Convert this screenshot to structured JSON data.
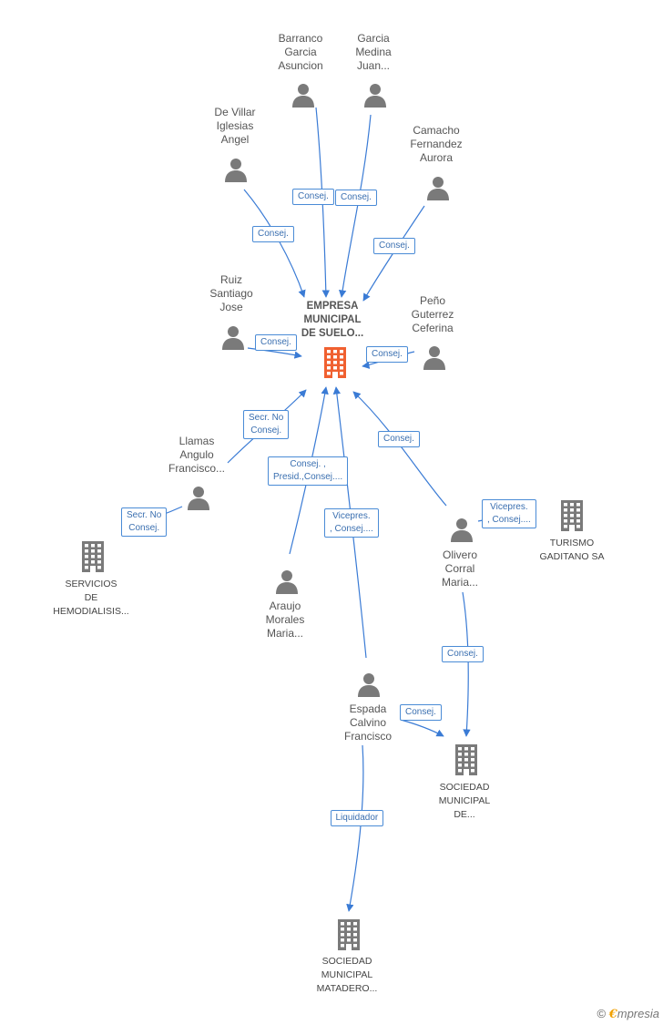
{
  "colors": {
    "edge": "#3a7bd5",
    "person": "#7a7a7a",
    "company": "#7a7a7a",
    "center": "#f06030"
  },
  "nodes": [
    {
      "id": "center",
      "kind": "center",
      "label": "EMPRESA\nMUNICIPAL\nDE SUELO..."
    },
    {
      "id": "barranco",
      "kind": "person",
      "label": "Barranco\nGarcia\nAsuncion"
    },
    {
      "id": "garcia",
      "kind": "person",
      "label": "Garcia\nMedina\nJuan..."
    },
    {
      "id": "devillar",
      "kind": "person",
      "label": "De Villar\nIglesias\nAngel"
    },
    {
      "id": "camacho",
      "kind": "person",
      "label": "Camacho\nFernandez\nAurora"
    },
    {
      "id": "ruiz",
      "kind": "person",
      "label": "Ruiz\nSantiago\nJose"
    },
    {
      "id": "peno",
      "kind": "person",
      "label": "Peño\nGuterrez\nCeferina"
    },
    {
      "id": "llamas",
      "kind": "person",
      "label": "Llamas\nAngulo\nFrancisco..."
    },
    {
      "id": "servicios",
      "kind": "company",
      "label": "SERVICIOS\nDE\nHEMODIALISIS..."
    },
    {
      "id": "araujo",
      "kind": "person",
      "label": "Araujo\nMorales\nMaria..."
    },
    {
      "id": "olivero",
      "kind": "person",
      "label": "Olivero\nCorral\nMaria..."
    },
    {
      "id": "turismo",
      "kind": "company",
      "label": "TURISMO\nGADITANO SA"
    },
    {
      "id": "espada",
      "kind": "person",
      "label": "Espada\nCalvino\nFrancisco"
    },
    {
      "id": "sociedad1",
      "kind": "company",
      "label": "SOCIEDAD\nMUNICIPAL\nDE..."
    },
    {
      "id": "sociedad2",
      "kind": "company",
      "label": "SOCIEDAD\nMUNICIPAL\nMATADERO..."
    }
  ],
  "edges": [
    {
      "from": "barranco",
      "to": "center",
      "label": "Consej."
    },
    {
      "from": "garcia",
      "to": "center",
      "label": "Consej."
    },
    {
      "from": "devillar",
      "to": "center",
      "label": "Consej."
    },
    {
      "from": "camacho",
      "to": "center",
      "label": "Consej."
    },
    {
      "from": "ruiz",
      "to": "center",
      "label": "Consej."
    },
    {
      "from": "peno",
      "to": "center",
      "label": "Consej."
    },
    {
      "from": "llamas",
      "to": "center",
      "label": "Secr. No\nConsej."
    },
    {
      "from": "llamas",
      "to": "servicios",
      "label": "Secr. No\nConsej."
    },
    {
      "from": "araujo",
      "to": "center",
      "label": "Consej. ,\nPresid.,Consej...."
    },
    {
      "from": "espada",
      "to": "center",
      "label": "Vicepres.\n, Consej...."
    },
    {
      "from": "olivero",
      "to": "center",
      "label": "Consej."
    },
    {
      "from": "olivero",
      "to": "turismo",
      "label": "Vicepres.\n, Consej...."
    },
    {
      "from": "olivero",
      "to": "sociedad1",
      "label": "Consej."
    },
    {
      "from": "espada",
      "to": "sociedad1",
      "label": "Consej."
    },
    {
      "from": "espada",
      "to": "sociedad2",
      "label": "Liquidador"
    }
  ],
  "brand": {
    "copyright": "©",
    "initial": "€",
    "rest": "mpresia"
  }
}
